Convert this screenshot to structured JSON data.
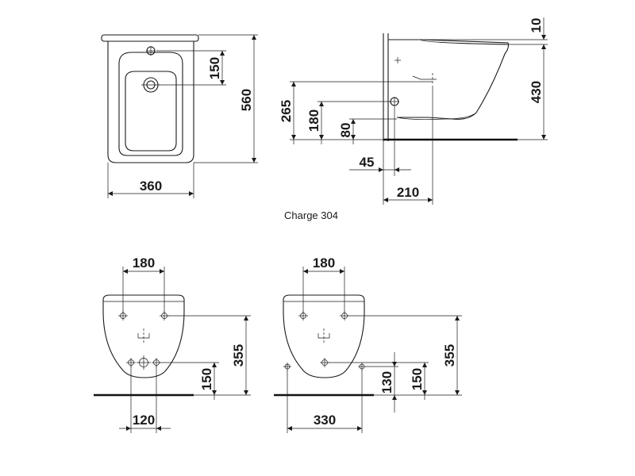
{
  "caption": "Charge 304",
  "views": {
    "top": {
      "width": "360",
      "depth": "560",
      "fitting_offset": "150"
    },
    "side": {
      "gap": "10",
      "height": "430",
      "outlet_height": "265",
      "inlet_height": "180",
      "connection_height": "80",
      "offset": "45",
      "depth": "210"
    },
    "back_left": {
      "hole_spacing": "180",
      "height": "355",
      "lower_height": "150",
      "lower_spacing": "120"
    },
    "back_right": {
      "hole_spacing": "180",
      "height": "355",
      "lower_height": "150",
      "inlet_height": "130",
      "base_width": "330"
    }
  }
}
